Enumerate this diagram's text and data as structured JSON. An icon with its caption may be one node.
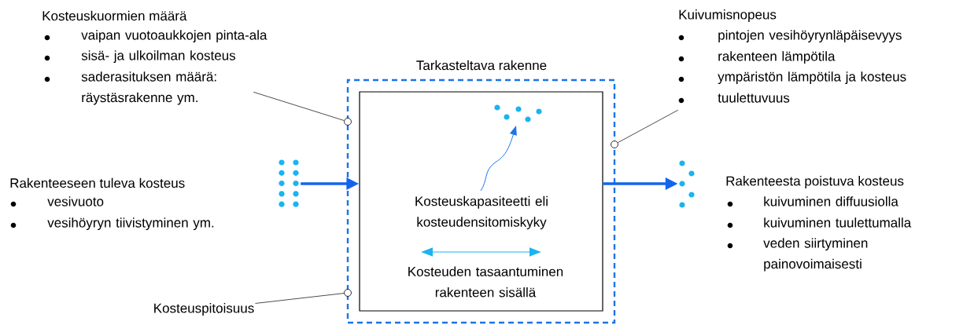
{
  "diagram": {
    "nodes": [
      {
        "text": [
          "Tarkasteltava rakenne"
        ]
      },
      {
        "text": [
          "Kosteuskapasiteetti eli kosteudensitomiskyky",
          "Kosteuden tasaantuminen rakenteen sisällä"
        ],
        "in": 0
      },
      {
        "text": [
          "Kosteuskuormien määrä",
          "vaipan vuotoaukkojen pinta-ala",
          "sisä- ja ulkoilman kosteus",
          "saderasituksen määrä: räystäsrakenne ym."
        ]
      },
      {
        "text": [],
        "shape": "circle"
      },
      {
        "text": [
          "Kuivumisnopeus",
          "pintojen vesihöyrynläpäisevyys",
          "rakenteen lämpötila",
          "ympäristön lämpötila ja kosteus",
          "tuulettuvuus"
        ]
      },
      {
        "text": [],
        "shape": "circle"
      },
      {
        "text": [
          "Kosteuspitoisuus"
        ]
      },
      {
        "text": [],
        "shape": "circle"
      },
      {
        "text": [],
        "shape": "picture",
        "beside": [
          "Rakenteeseen tuleva kosteus",
          "vesivuoto",
          "vesihöyryn tiivistyminen ym."
        ]
      },
      {
        "text": [],
        "shape": "picture",
        "beside": [
          "Rakenteesta poistuva kosteus",
          "kuivuminen diffuusiolla",
          "kuivuminen tuulettumalla",
          "veden siirtyminen painovoimaisesti"
        ]
      }
    ],
    "edges": [
      {
        "from": 2,
        "to": 3,
        "arrow": "none"
      },
      {
        "from": 4,
        "to": 5,
        "arrow": "none"
      },
      {
        "from": 6,
        "to": 7,
        "arrow": "none"
      },
      {
        "from": 8,
        "to": 1,
        "arrow": "to",
        "style": "thick",
        "color": "#1464ec"
      },
      {
        "from": 1,
        "to": 9,
        "arrow": "to",
        "style": "thick",
        "color": "#1464ec"
      }
    ]
  }
}
